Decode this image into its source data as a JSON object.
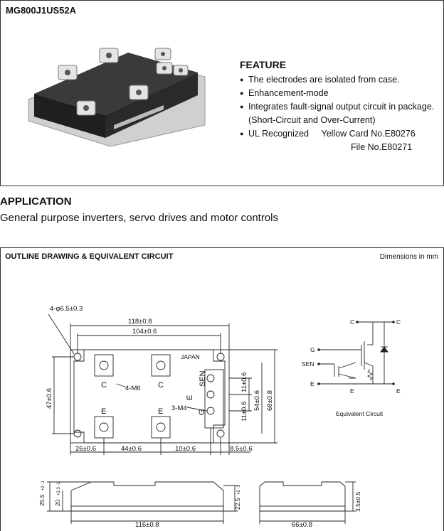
{
  "header": {
    "part_number": "MG800J1US52A"
  },
  "feature": {
    "title": "FEATURE",
    "items": [
      "The electrodes are isolated from case.",
      "Enhancement-mode",
      "Integrates fault-signal output circuit in package.",
      "(Short-Circuit and Over-Current)",
      "UL Recognized",
      "Yellow Card No.E80276",
      "File No.E80271"
    ]
  },
  "application": {
    "title": "APPLICATION",
    "text": "General purpose inverters, servo drives and motor controls"
  },
  "drawing": {
    "title": "OUTLINE DRAWING & EQUIVALENT CIRCUIT",
    "units_note": "Dimensions in mm",
    "dims": {
      "hole": "4-φ6.5±0.3",
      "overall_width": "118±0.8",
      "pitch_width": "104±0.6",
      "height_left": "47±0.6",
      "height_mid": "54±0.6",
      "height_right": "68±0.8",
      "sen_top": "11±0.6",
      "sen_bot": "11±0.6",
      "bottom_1": "26±0.6",
      "bottom_2": "44±0.6",
      "bottom_3": "10±0.6",
      "bottom_4": "8.5±0.6",
      "side_width": "116±0.8",
      "end_width": "66±0.8",
      "side_h1": "25.5",
      "side_h1_tol": "+2 -1",
      "side_h2": "20",
      "side_h2_tol": "+2.3 -1",
      "side_h3": "22.5",
      "side_h3_tol": "+2 -1",
      "end_h": "3.5±0.5"
    },
    "labels": {
      "japan": "JAPAN",
      "m6": "4-M6",
      "m4": "3-M4",
      "c": "C",
      "e": "E",
      "sen": "SEN",
      "g": "G"
    },
    "circuit": {
      "caption": "Equivalent Circuit",
      "c": "C",
      "g": "G",
      "sen": "SEN",
      "e": "E"
    }
  },
  "colors": {
    "module_body": "#2b2b2b",
    "frame": "#333333",
    "terminal": "#c8c8c8"
  }
}
